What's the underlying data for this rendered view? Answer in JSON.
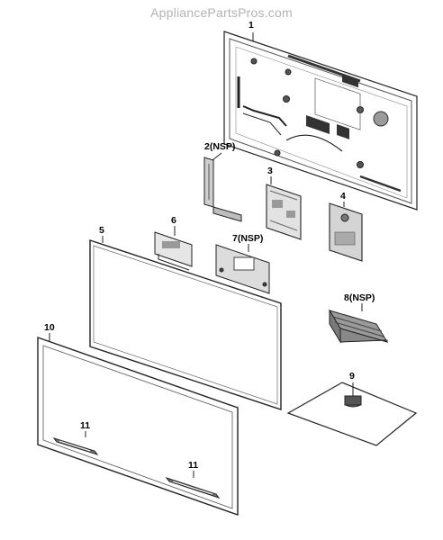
{
  "watermark": "AppliancePartsPros.com",
  "parts": [
    {
      "label": "1"
    },
    {
      "label": "2(NSP)"
    },
    {
      "label": "3"
    },
    {
      "label": "4"
    },
    {
      "label": "5"
    },
    {
      "label": "6"
    },
    {
      "label": "7(NSP)"
    },
    {
      "label": "8(NSP)"
    },
    {
      "label": "9"
    },
    {
      "label": "10"
    },
    {
      "label": "11"
    },
    {
      "label": "11"
    }
  ]
}
